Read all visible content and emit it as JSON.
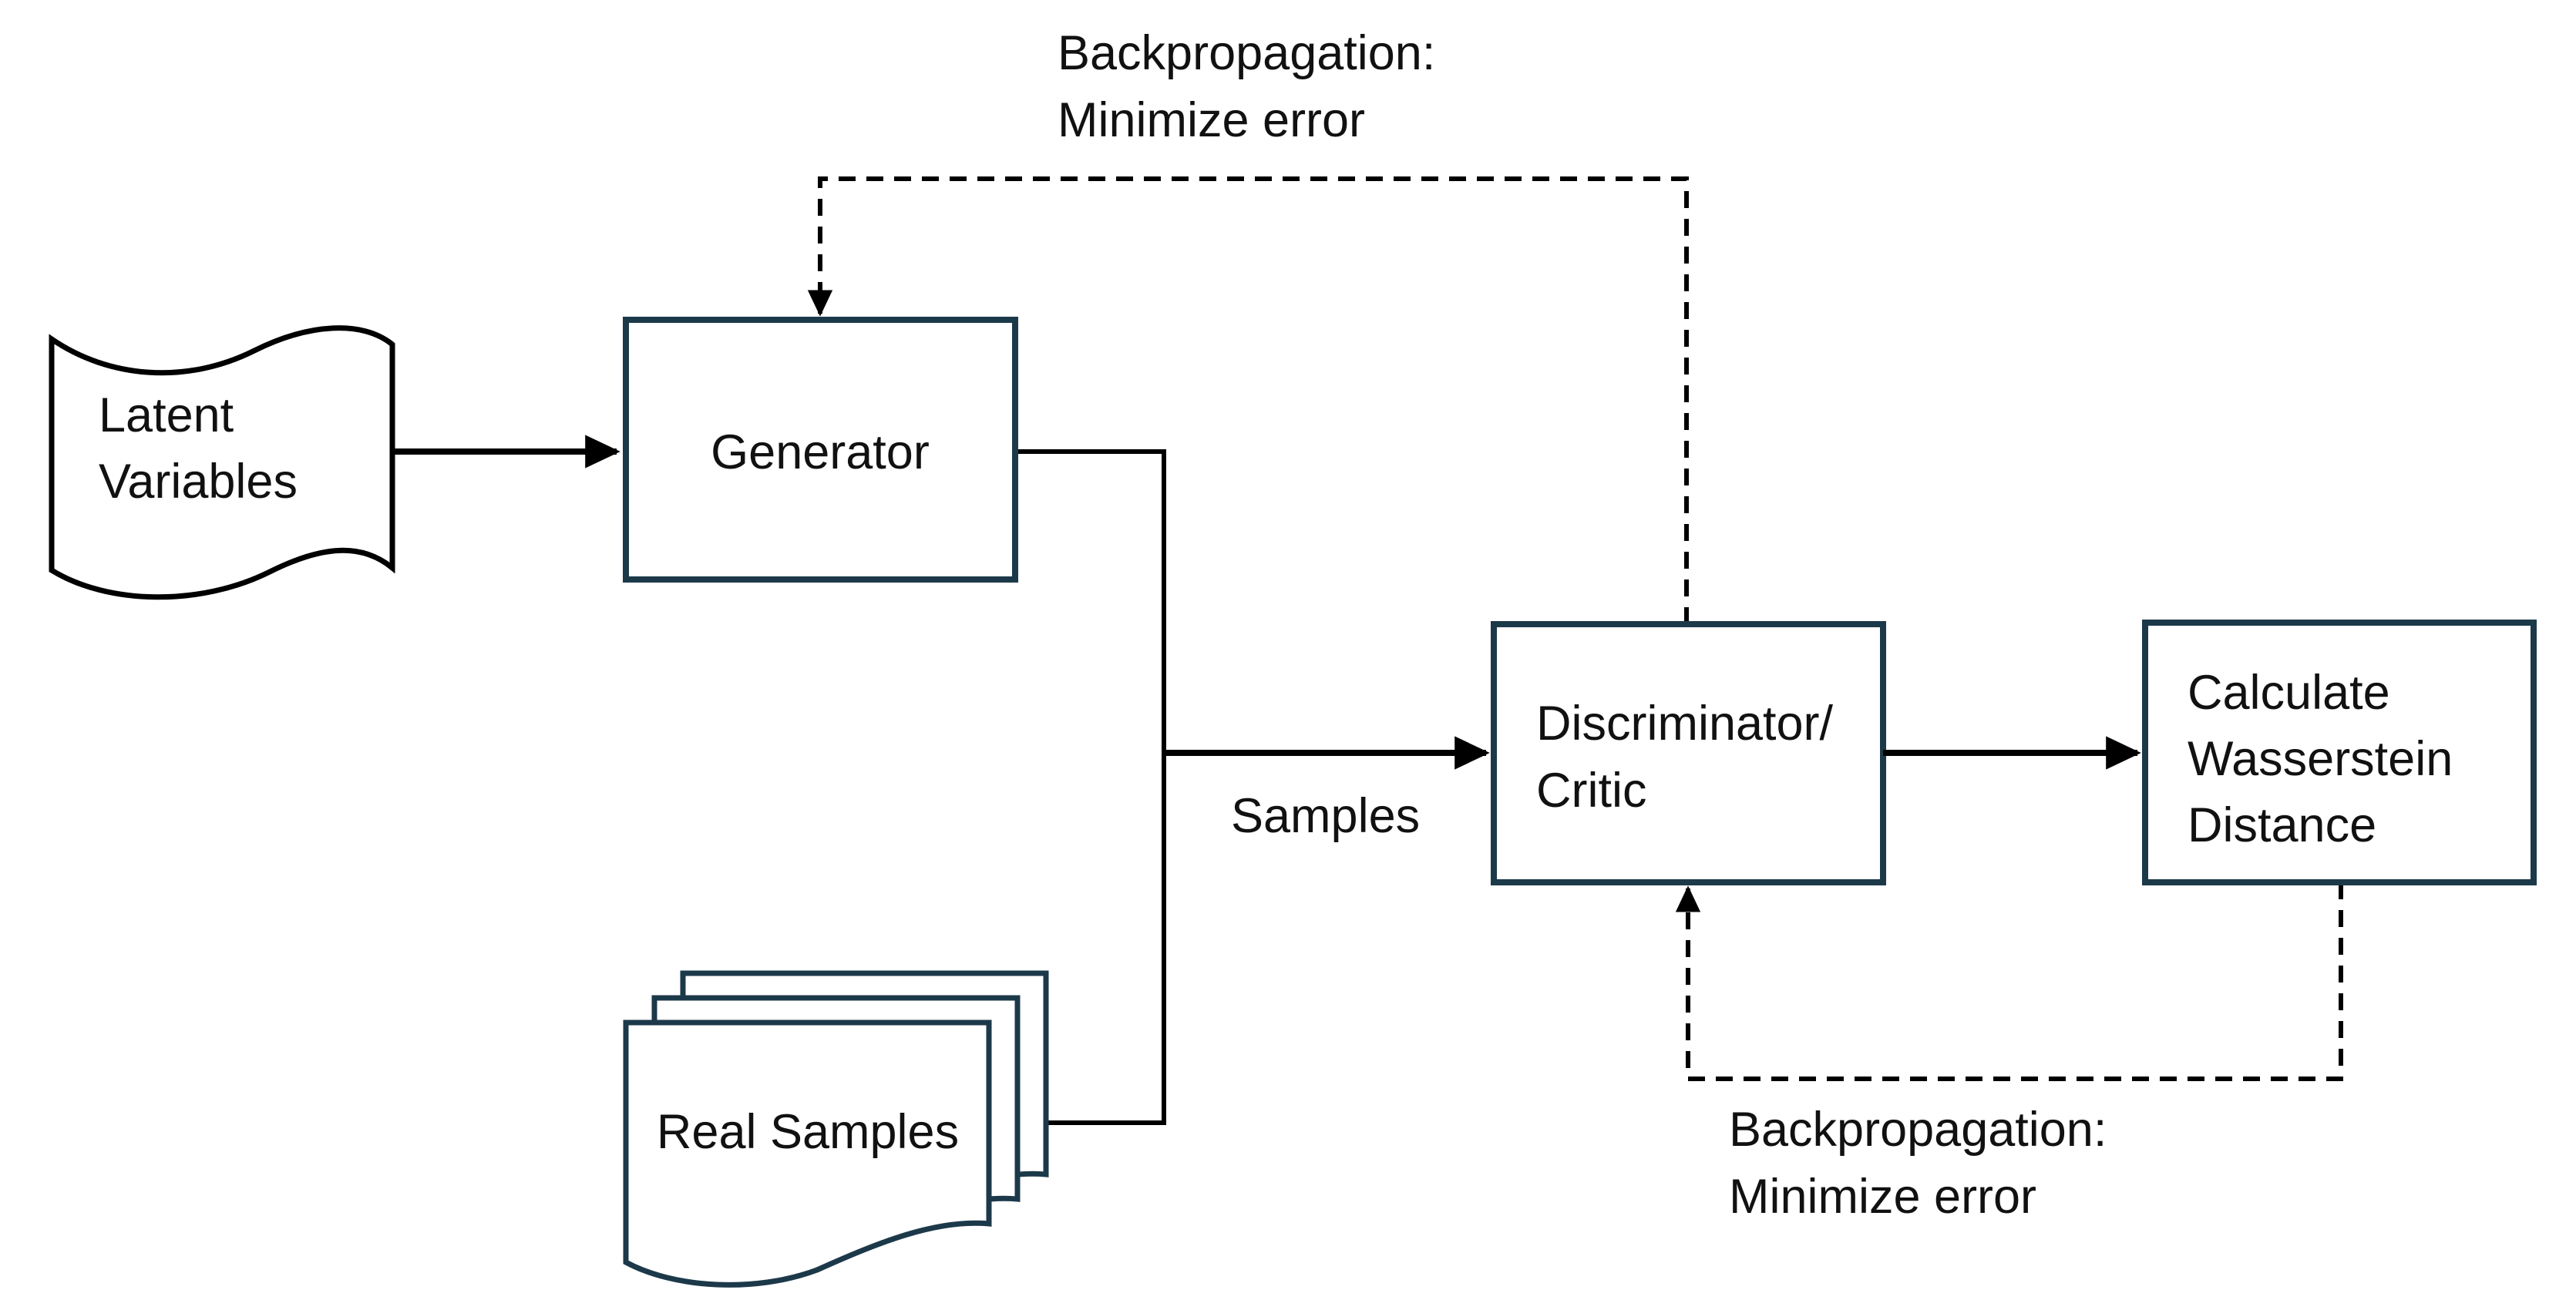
{
  "diagram": {
    "background_color": "#ffffff",
    "colors": {
      "box_border": "#1c394a",
      "connector": "#000000",
      "text": "#111111"
    },
    "nodes": {
      "latent": {
        "line1": "Latent",
        "line2": "Variables"
      },
      "generator": {
        "label": "Generator"
      },
      "discriminator": {
        "line1": "Discriminator/",
        "line2": "Critic"
      },
      "wasserstein": {
        "line1": "Calculate",
        "line2": "Wasserstein",
        "line3": "Distance"
      },
      "real_samples": {
        "label": "Real Samples"
      }
    },
    "edges": {
      "samples_label": "Samples",
      "backprop_top": {
        "line1": "Backpropagation:",
        "line2": "Minimize error"
      },
      "backprop_bottom": {
        "line1": "Backpropagation:",
        "line2": "Minimize error"
      }
    }
  }
}
